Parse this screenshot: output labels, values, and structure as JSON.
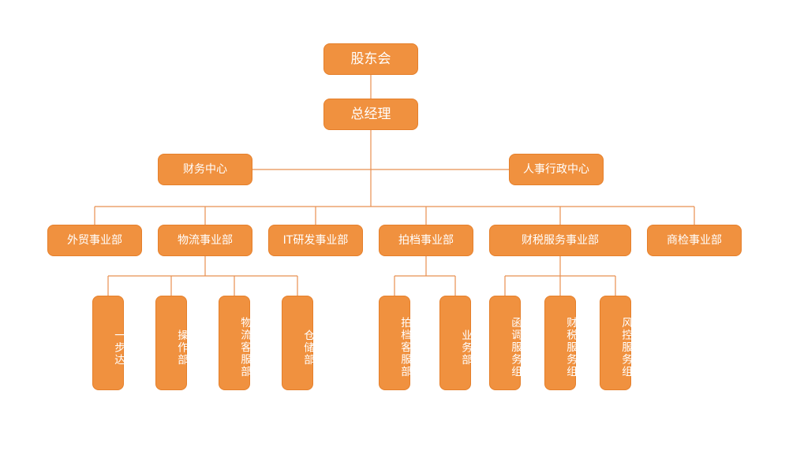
{
  "colors": {
    "node_fill": "#f0913f",
    "node_border": "#e57f2a",
    "connector": "#e89050",
    "text": "#ffffff"
  },
  "nodes": {
    "shareholders": "股东会",
    "general_manager": "总经理",
    "finance_center": "财务中心",
    "hr_admin_center": "人事行政中心",
    "foreign_trade": "外贸事业部",
    "logistics": "物流事业部",
    "it_dev": "IT研发事业部",
    "bidding_archive": "拍档事业部",
    "tax_service": "财税服务事业部",
    "commodity_inspection": "商检事业部",
    "yibuda": "一步达",
    "operations": "操作部",
    "logistics_cs": "物流客服部",
    "warehouse": "仓储部",
    "bidding_cs": "拍档客服部",
    "business": "业务部",
    "letter_inquiry": "函调服务组",
    "finance_tax_service": "财税服务组",
    "risk_control": "风控服务组"
  }
}
